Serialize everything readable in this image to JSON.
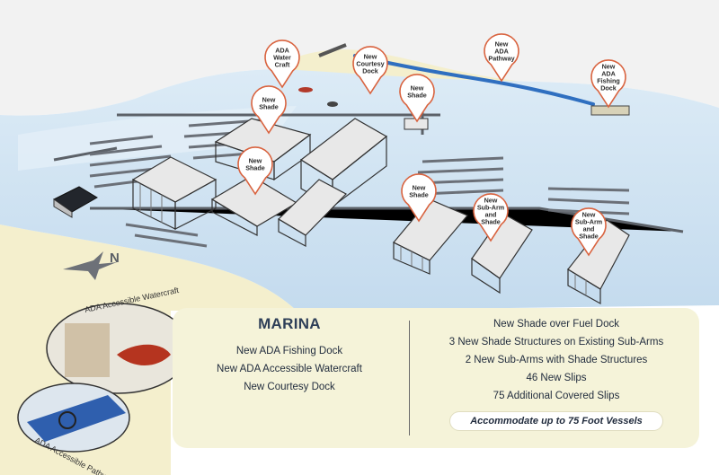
{
  "callouts": [
    {
      "id": "ada-watercraft",
      "lines": [
        "ADA",
        "Water",
        "Craft"
      ]
    },
    {
      "id": "courtesy-dock",
      "lines": [
        "New",
        "Courtesy",
        "Dock"
      ]
    },
    {
      "id": "ada-pathway",
      "lines": [
        "New",
        "ADA",
        "Pathway"
      ]
    },
    {
      "id": "ada-fishing-dock",
      "lines": [
        "New",
        "ADA",
        "Fishing",
        "Dock"
      ]
    },
    {
      "id": "shade-1",
      "lines": [
        "New",
        "Shade"
      ]
    },
    {
      "id": "shade-fuel",
      "lines": [
        "New",
        "Shade"
      ]
    },
    {
      "id": "shade-2",
      "lines": [
        "New",
        "Shade"
      ]
    },
    {
      "id": "shade-3",
      "lines": [
        "New",
        "Shade"
      ]
    },
    {
      "id": "subarm-1",
      "lines": [
        "New",
        "Sub-Arm",
        "and",
        "Shade"
      ]
    },
    {
      "id": "subarm-2",
      "lines": [
        "New",
        "Sub-Arm",
        "and",
        "Shade"
      ]
    }
  ],
  "compass": {
    "label": "N"
  },
  "circle_labels": {
    "top": "ADA Accessible Watercraft",
    "bottom": "ADA Accessible Pathway"
  },
  "panel": {
    "title": "MARINA",
    "left_items": [
      "New ADA Fishing Dock",
      "New ADA Accessible Watercraft",
      "New Courtesy Dock"
    ],
    "right_items": [
      "New Shade over Fuel Dock",
      "3 New Shade Structures on Existing Sub-Arms",
      "2 New Sub-Arms with Shade Structures",
      "46 New Slips",
      "75 Additional Covered Slips"
    ],
    "badge": "Accommodate up to 75 Foot Vessels"
  },
  "colors": {
    "water": "#cfe2f1",
    "sand": "#f3efcf",
    "pin_stroke": "#d9633f",
    "pathway": "#2f6fc0",
    "panel": "#f5f3d9"
  }
}
